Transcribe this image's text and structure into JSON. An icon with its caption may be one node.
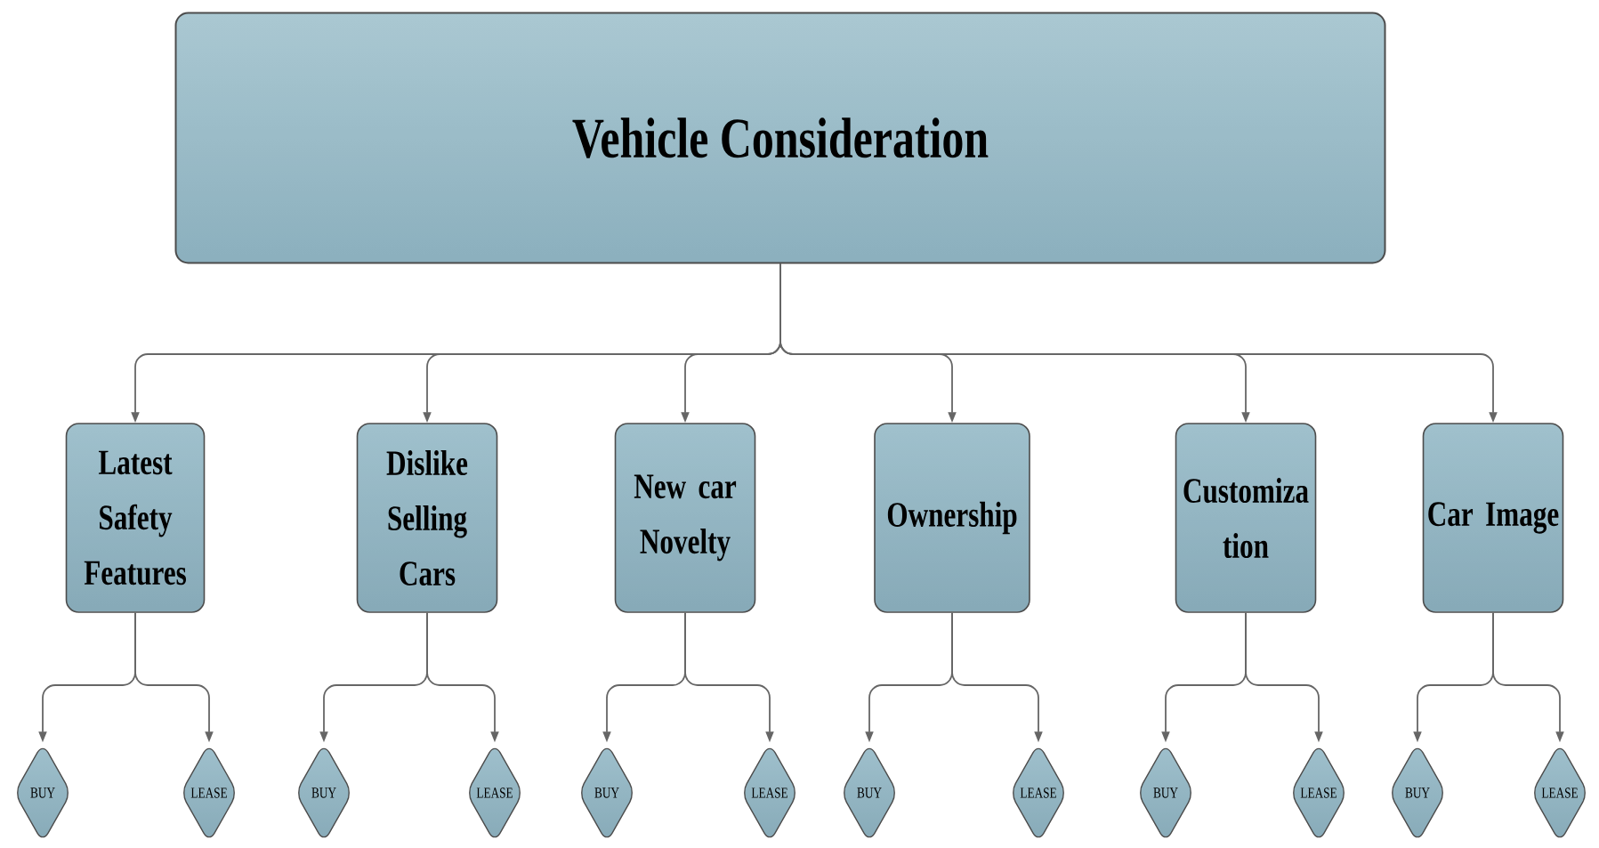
{
  "diagram": {
    "nodes": [
      {
        "text": [
          "Vehicle Consideration"
        ]
      },
      {
        "text": [
          "Latest Safety Features"
        ]
      },
      {
        "text": [
          "Dislike Selling Cars"
        ]
      },
      {
        "text": [
          "New car Novelty"
        ]
      },
      {
        "text": [
          "Ownership"
        ]
      },
      {
        "text": [
          "Customiza tion"
        ]
      },
      {
        "text": [
          "Car Image"
        ]
      },
      {
        "text": [
          "BUY"
        ]
      },
      {
        "text": [
          "LEASE"
        ]
      },
      {
        "text": [
          "BUY"
        ]
      },
      {
        "text": [
          "LEASE"
        ]
      },
      {
        "text": [
          "BUY"
        ]
      },
      {
        "text": [
          "LEASE"
        ]
      },
      {
        "text": [
          "BUY"
        ]
      },
      {
        "text": [
          "LEASE"
        ]
      },
      {
        "text": [
          "BUY"
        ]
      },
      {
        "text": [
          "LEASE"
        ]
      },
      {
        "text": [
          "BUY"
        ]
      },
      {
        "text": [
          "LEASE"
        ]
      }
    ],
    "edges": [
      {
        "from": 0,
        "to": 1,
        "arrow": "to"
      },
      {
        "from": 0,
        "to": 2,
        "arrow": "to"
      },
      {
        "from": 0,
        "to": 3,
        "arrow": "to"
      },
      {
        "from": 0,
        "to": 4,
        "arrow": "to"
      },
      {
        "from": 0,
        "to": 5,
        "arrow": "to"
      },
      {
        "from": 0,
        "to": 6,
        "arrow": "to"
      },
      {
        "from": 1,
        "to": 7,
        "arrow": "to"
      },
      {
        "from": 1,
        "to": 8,
        "arrow": "to"
      },
      {
        "from": 2,
        "to": 9,
        "arrow": "to"
      },
      {
        "from": 2,
        "to": 10,
        "arrow": "to"
      },
      {
        "from": 3,
        "to": 11,
        "arrow": "to"
      },
      {
        "from": 3,
        "to": 12,
        "arrow": "to"
      },
      {
        "from": 4,
        "to": 13,
        "arrow": "to"
      },
      {
        "from": 4,
        "to": 14,
        "arrow": "to"
      },
      {
        "from": 5,
        "to": 15,
        "arrow": "to"
      },
      {
        "from": 5,
        "to": 16,
        "arrow": "to"
      },
      {
        "from": 6,
        "to": 17,
        "arrow": "to"
      },
      {
        "from": 6,
        "to": 18,
        "arrow": "to"
      }
    ]
  }
}
